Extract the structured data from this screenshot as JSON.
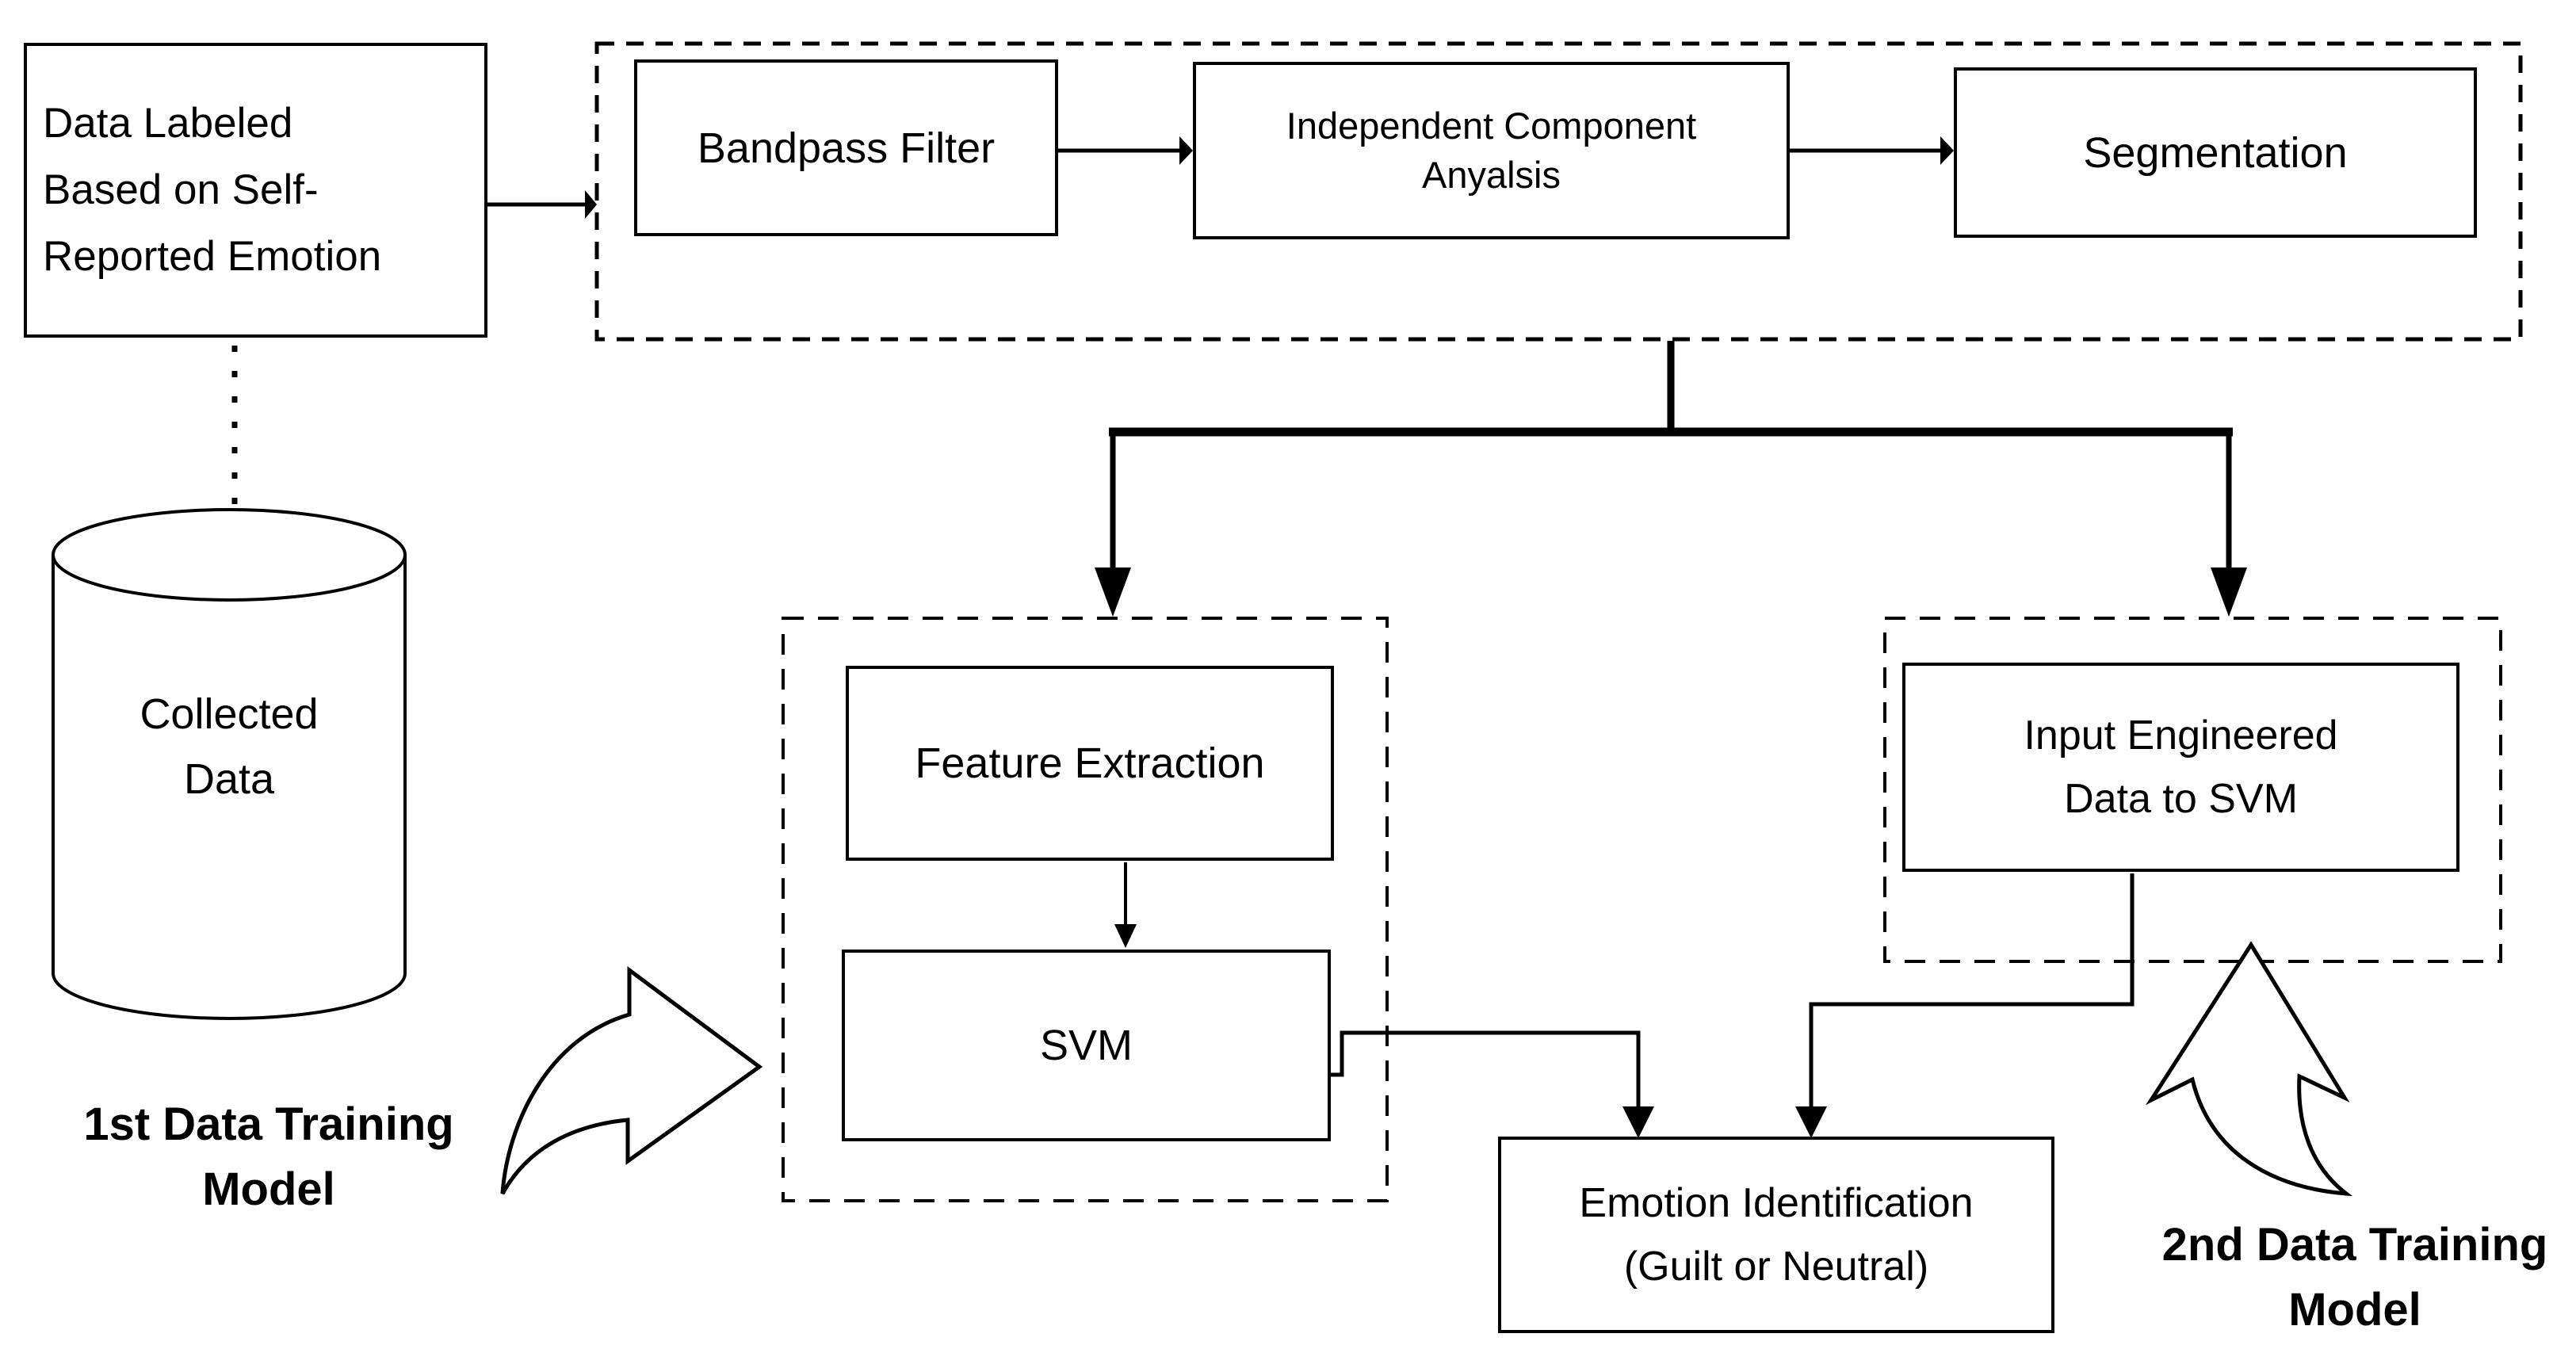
{
  "colors": {
    "stroke": "#000000",
    "background": "#ffffff",
    "text": "#000000"
  },
  "nodes": {
    "data_labeled": {
      "lines": [
        "Data Labeled",
        "Based on Self-",
        "Reported Emotion"
      ]
    },
    "collected_data": {
      "lines": [
        "Collected",
        "Data"
      ]
    },
    "bandpass_filter": {
      "label": "Bandpass Filter"
    },
    "ica": {
      "lines": [
        "Independent Component",
        "Anyalsis"
      ]
    },
    "segmentation": {
      "label": "Segmentation"
    },
    "feature_extraction": {
      "label": "Feature Extraction"
    },
    "svm": {
      "label": "SVM"
    },
    "input_engineered": {
      "lines": [
        "Input Engineered",
        "Data to SVM"
      ]
    },
    "emotion_identification": {
      "lines": [
        "Emotion Identification",
        "(Guilt or Neutral)"
      ]
    }
  },
  "annotations": {
    "first_training": {
      "lines": [
        "1st Data Training",
        "Model"
      ]
    },
    "second_training": {
      "lines": [
        "2nd Data Training",
        "Model"
      ]
    }
  }
}
